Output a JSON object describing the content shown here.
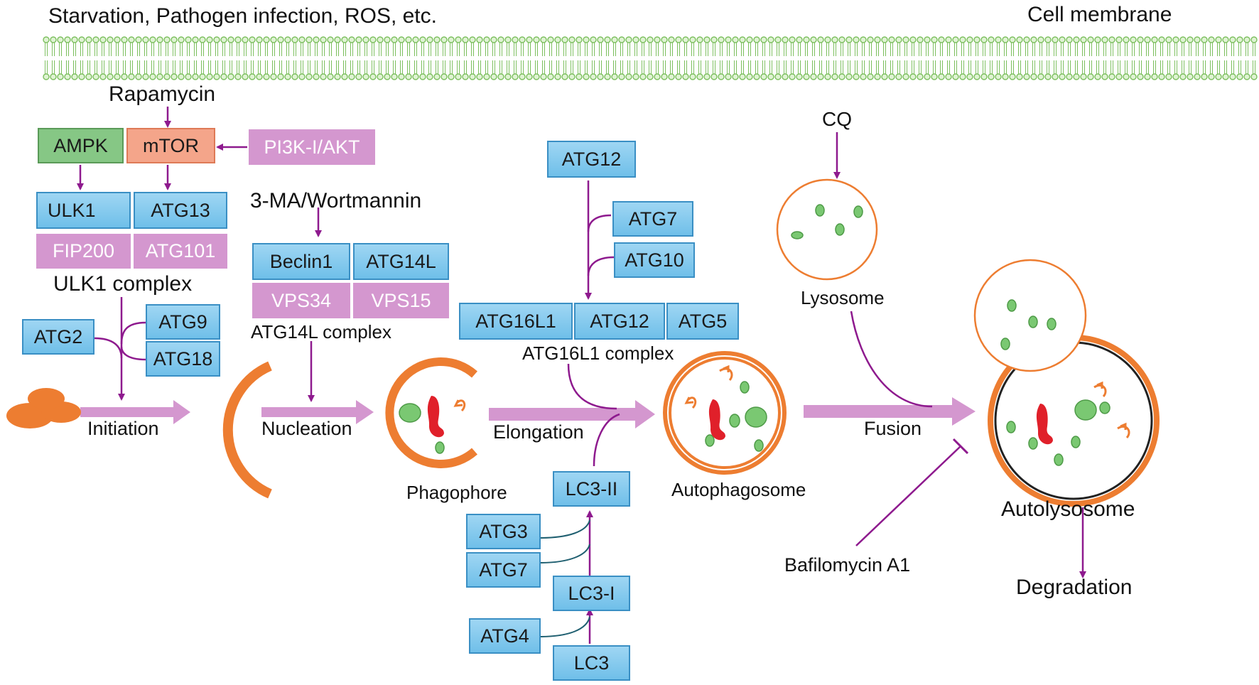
{
  "header": {
    "stimuli": "Starvation, Pathogen infection, ROS, etc.",
    "membrane": "Cell membrane"
  },
  "inhibitors": {
    "rapamycin": "Rapamycin",
    "ma_wortmannin": "3-MA/Wortmannin",
    "cq": "CQ",
    "bafilomycin": "Bafilomycin A1"
  },
  "ulk1_complex": {
    "ampk": "AMPK",
    "mtor": "mTOR",
    "pi3k": "PI3K-I/AKT",
    "ulk1": "ULK1",
    "atg13": "ATG13",
    "fip200": "FIP200",
    "atg101": "ATG101",
    "label": "ULK1 complex",
    "atg2": "ATG2",
    "atg9": "ATG9",
    "atg18": "ATG18"
  },
  "atg14l_complex": {
    "beclin1": "Beclin1",
    "atg14l": "ATG14L",
    "vps34": "VPS34",
    "vps15": "VPS15",
    "label": "ATG14L complex"
  },
  "atg16l1_complex": {
    "atg12_top": "ATG12",
    "atg7": "ATG7",
    "atg10": "ATG10",
    "atg16l1": "ATG16L1",
    "atg12": "ATG12",
    "atg5": "ATG5",
    "label": "ATG16L1 complex"
  },
  "lc3_pathway": {
    "lc3_ii": "LC3-II",
    "atg3": "ATG3",
    "atg7": "ATG7",
    "lc3_i": "LC3-I",
    "atg4": "ATG4",
    "lc3": "LC3"
  },
  "stages": {
    "initiation": "Initiation",
    "nucleation": "Nucleation",
    "elongation": "Elongation",
    "fusion": "Fusion"
  },
  "structures": {
    "phagophore": "Phagophore",
    "autophagosome": "Autophagosome",
    "lysosome": "Lysosome",
    "autolysosome": "Autolysosome",
    "degradation": "Degradation"
  },
  "colors": {
    "arrow_purple": "#8e1a8e",
    "stage_arrow": "#d497cf",
    "membrane_green": "#7cbf5e",
    "vesicle_orange": "#ed7d31",
    "box_blue": "#78c3ea",
    "box_pink": "#d497cf",
    "box_green": "#86c785",
    "box_salmon": "#f4a58a",
    "cargo_green": "#7ac872",
    "cargo_red": "#e0202a"
  }
}
